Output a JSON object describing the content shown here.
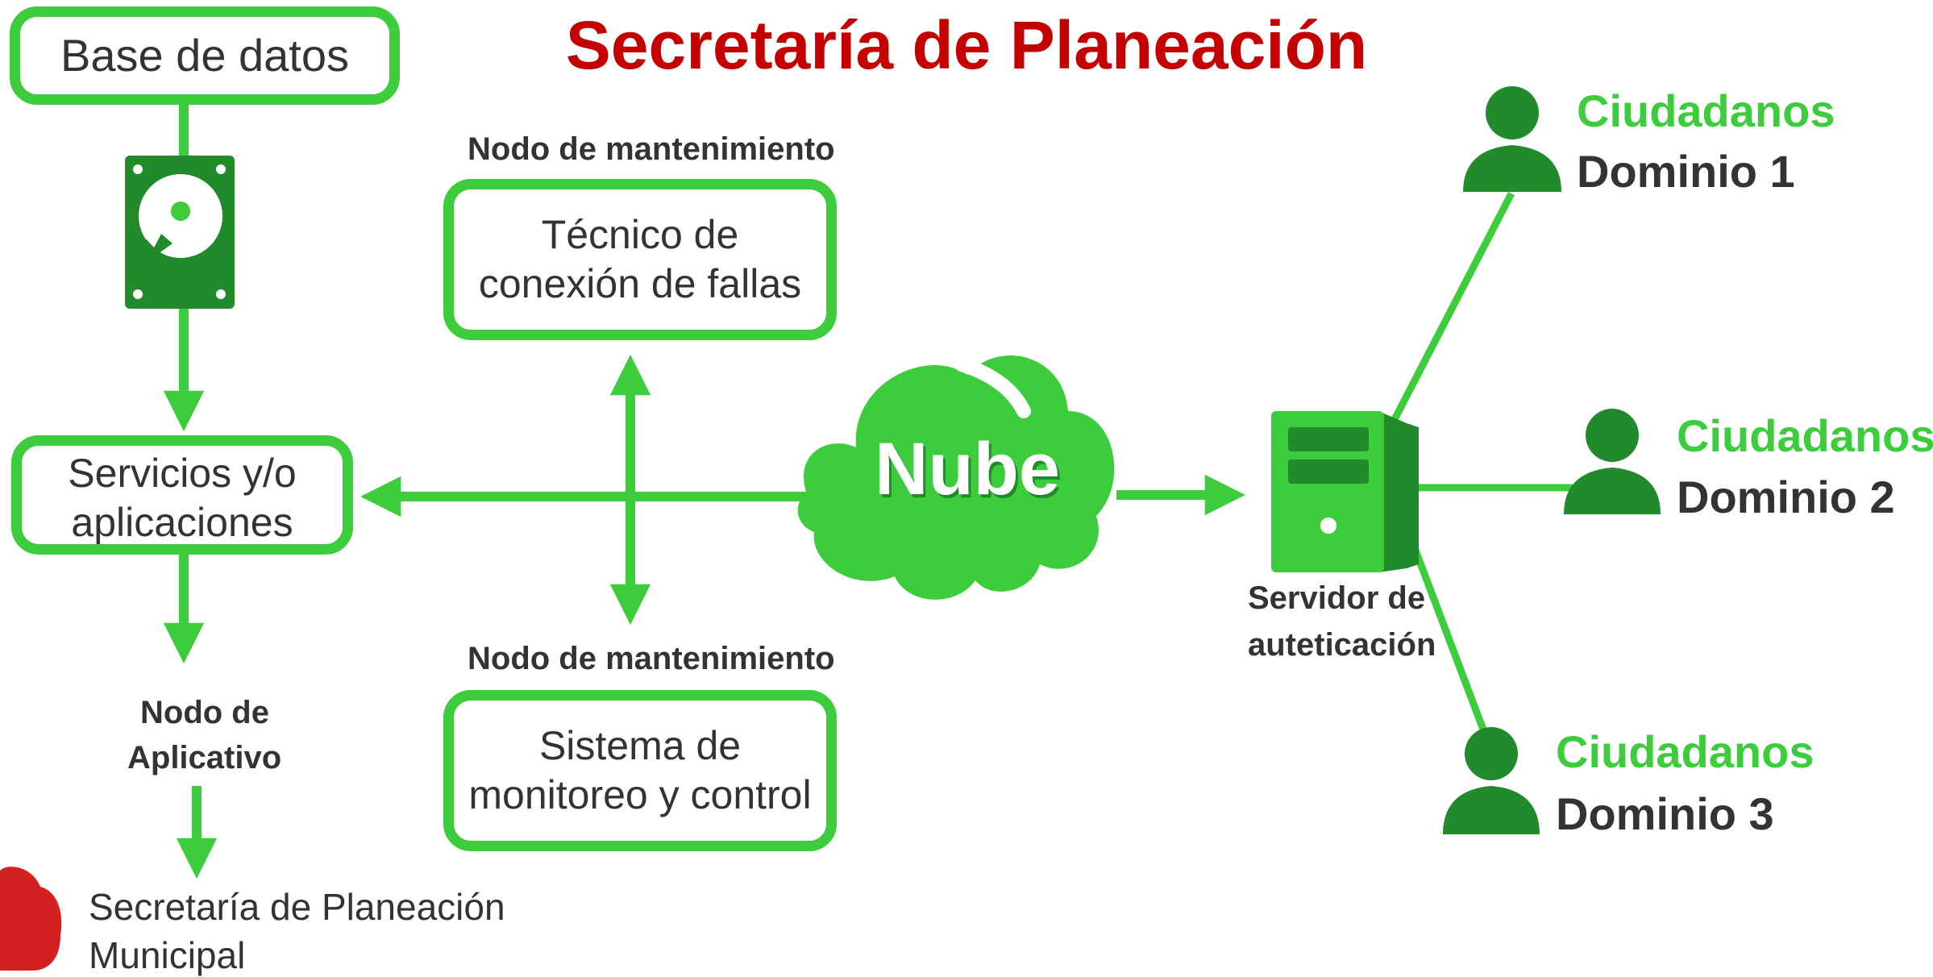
{
  "title": "Secretaría de Planeación",
  "colors": {
    "accent": "#3ccc3c",
    "dark_green": "#218a2b",
    "title_red": "#c40000",
    "text": "#333333"
  },
  "boxes": {
    "database": "Base de datos",
    "services_line1": "Servicios y/o",
    "services_line2": "aplicaciones",
    "tech_line1": "Técnico de",
    "tech_line2": "conexión de fallas",
    "monitor_line1": "Sistema de",
    "monitor_line2": "monitoreo y control"
  },
  "labels": {
    "maint_top": "Nodo de mantenimiento",
    "maint_bottom": "Nodo de mantenimiento",
    "app_node_line1": "Nodo de",
    "app_node_line2": "Aplicativo",
    "municipal_line1": "Secretaría de Planeación",
    "municipal_line2": "Municipal",
    "cloud": "Nube",
    "server_line1": "Servidor de",
    "server_line2": "auteticación"
  },
  "users": [
    {
      "group": "Ciudadanos",
      "domain": "Dominio 1"
    },
    {
      "group": "Ciudadanos",
      "domain": "Dominio 2"
    },
    {
      "group": "Ciudadanos",
      "domain": "Dominio 3"
    }
  ],
  "icons": [
    "hard-drive-icon",
    "cloud-icon",
    "server-icon",
    "user-icon",
    "cloud-logo-icon"
  ]
}
